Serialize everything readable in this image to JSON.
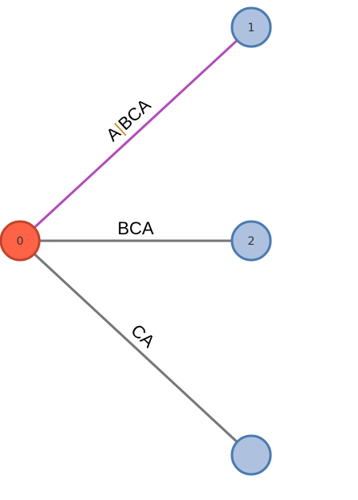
{
  "nodes": [
    {
      "id": "n0",
      "label": "0",
      "fill": "#ff6347",
      "stroke": "#c0442e"
    },
    {
      "id": "n1",
      "label": "1",
      "fill": "#aec2e0",
      "stroke": "#4a7ab0"
    },
    {
      "id": "n2",
      "label": "2",
      "fill": "#aec2e0",
      "stroke": "#4a7ab0"
    },
    {
      "id": "n3",
      "label": "",
      "fill": "#aec2e0",
      "stroke": "#4a7ab0"
    }
  ],
  "edges": [
    {
      "from": "n0",
      "to": "n1",
      "color": "#b04cb8",
      "label_parts": [
        {
          "text": "A"
        },
        {
          "text": "|",
          "color": "#d08a2a"
        },
        {
          "text": "BCA"
        }
      ]
    },
    {
      "from": "n0",
      "to": "n2",
      "color": "#767676",
      "label_parts": [
        {
          "text": "BCA"
        }
      ]
    },
    {
      "from": "n0",
      "to": "n3",
      "color": "#767676",
      "label_parts": [
        {
          "text": "CA"
        }
      ]
    }
  ]
}
